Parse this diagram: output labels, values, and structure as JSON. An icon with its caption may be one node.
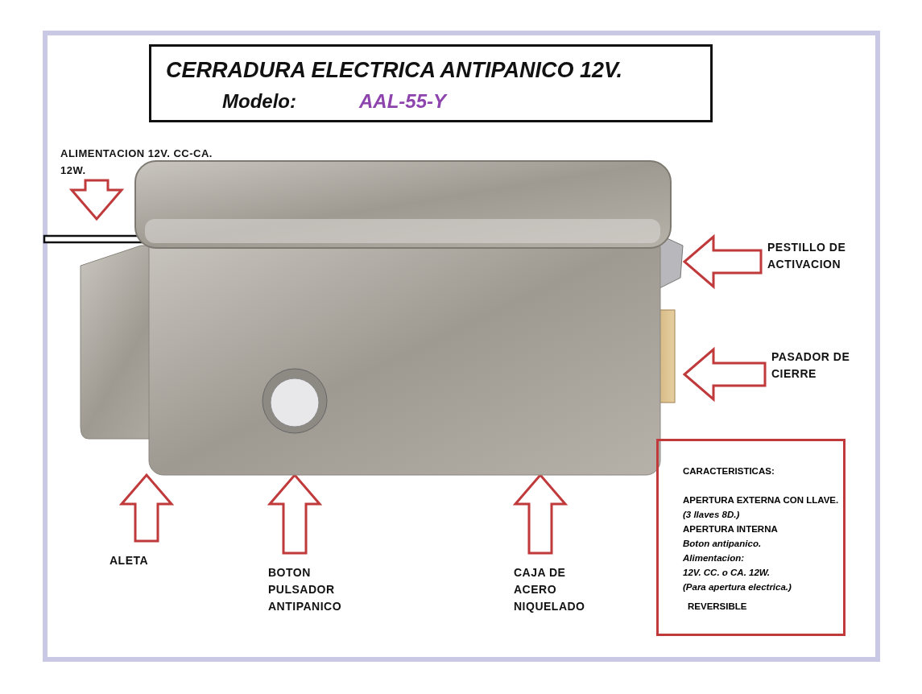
{
  "diagram": {
    "nodes": [
      {
        "text": [
          "CERRADURA ELECTRICA ANTIPANICO 12V.",
          "Modelo:",
          "AAL-55-Y"
        ]
      },
      {
        "text": [],
        "shape": "picture"
      },
      {
        "text": [
          "ALIMENTACION 12V. CC-CA. 12W."
        ]
      },
      {
        "text": [
          "PESTILLO DE ACTIVACION"
        ]
      },
      {
        "text": [
          "PASADOR DE CIERRE"
        ]
      },
      {
        "text": [
          "ALETA"
        ]
      },
      {
        "text": [
          "BOTON PULSADOR ANTIPANICO"
        ]
      },
      {
        "text": [
          "CAJA DE ACERO NIQUELADO"
        ]
      },
      {
        "text": [
          "CARACTERISTICAS:",
          "APERTURA EXTERNA CON LLAVE.",
          "(3 llaves 8D.)",
          "APERTURA INTERNA",
          "Boton antipanico.",
          "Alimentacion:",
          "12V. CC. o CA. 12W.",
          "(Para apertura electrica.)",
          "REVERSIBLE"
        ]
      }
    ],
    "edges": [
      {
        "from": 2,
        "to": null,
        "arrow": "to"
      },
      {
        "from": 3,
        "to": 1,
        "arrow": "to"
      },
      {
        "from": 4,
        "to": 1,
        "arrow": "to"
      },
      {
        "from": 5,
        "to": 1,
        "arrow": "to"
      },
      {
        "from": 6,
        "to": 1,
        "arrow": "to"
      },
      {
        "from": 7,
        "to": 1,
        "arrow": "to"
      }
    ]
  }
}
